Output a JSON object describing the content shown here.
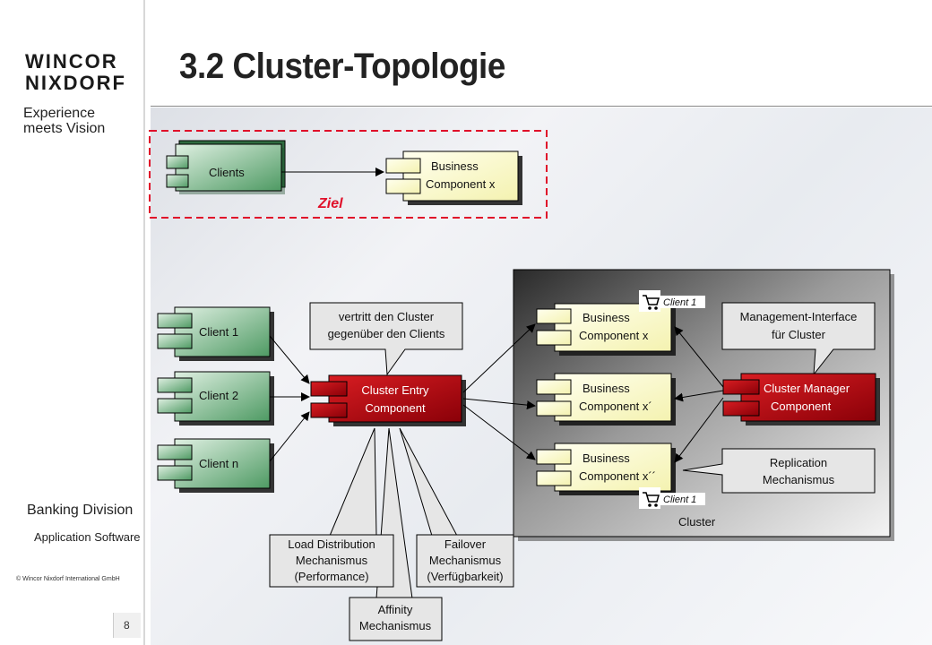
{
  "slide": {
    "title": "3.2 Cluster-Topologie",
    "page_number": "8"
  },
  "sidebar": {
    "brand_line1": "WINCOR",
    "brand_line2": "NIXDORF",
    "tagline_line1": "Experience",
    "tagline_line2": "meets Vision",
    "division": "Banking Division",
    "subdivision": "Application Software",
    "copyright": "© Wincor Nixdorf International  GmbH"
  },
  "target": {
    "label": "Ziel",
    "clients": "Clients",
    "business_line1": "Business",
    "business_line2": "Component x"
  },
  "clients": [
    {
      "label": "Client 1"
    },
    {
      "label": "Client 2"
    },
    {
      "label": "Client n"
    }
  ],
  "entry": {
    "line1": "Cluster Entry",
    "line2": "Component",
    "callout_line1": "vertritt den Cluster",
    "callout_line2": "gegenüber den Clients"
  },
  "cluster": {
    "label": "Cluster",
    "components": [
      {
        "line1": "Business",
        "line2": "Component x"
      },
      {
        "line1": "Business",
        "line2": "Component x´"
      },
      {
        "line1": "Business",
        "line2": "Component x´´"
      }
    ],
    "tag_top": "Client  1",
    "tag_bottom": "Client  1",
    "manager_line1": "Cluster Manager",
    "manager_line2": "Component",
    "mgmt_line1": "Management-Interface",
    "mgmt_line2": "für Cluster",
    "replication_line1": "Replication",
    "replication_line2": "Mechanismus"
  },
  "mechanisms": {
    "load_line1": "Load Distribution",
    "load_line2": "Mechanismus",
    "load_line3": "(Performance)",
    "affinity_line1": "Affinity",
    "affinity_line2": "Mechanismus",
    "failover_line1": "Failover",
    "failover_line2": "Mechanismus",
    "failover_line3": "(Verfügbarkeit)"
  },
  "colors": {
    "green_top": "#cfe6d3",
    "green_bottom": "#5aa06c",
    "yellow": "#ffffcc",
    "red": "#c0000a",
    "ziel": "#e0102a"
  }
}
